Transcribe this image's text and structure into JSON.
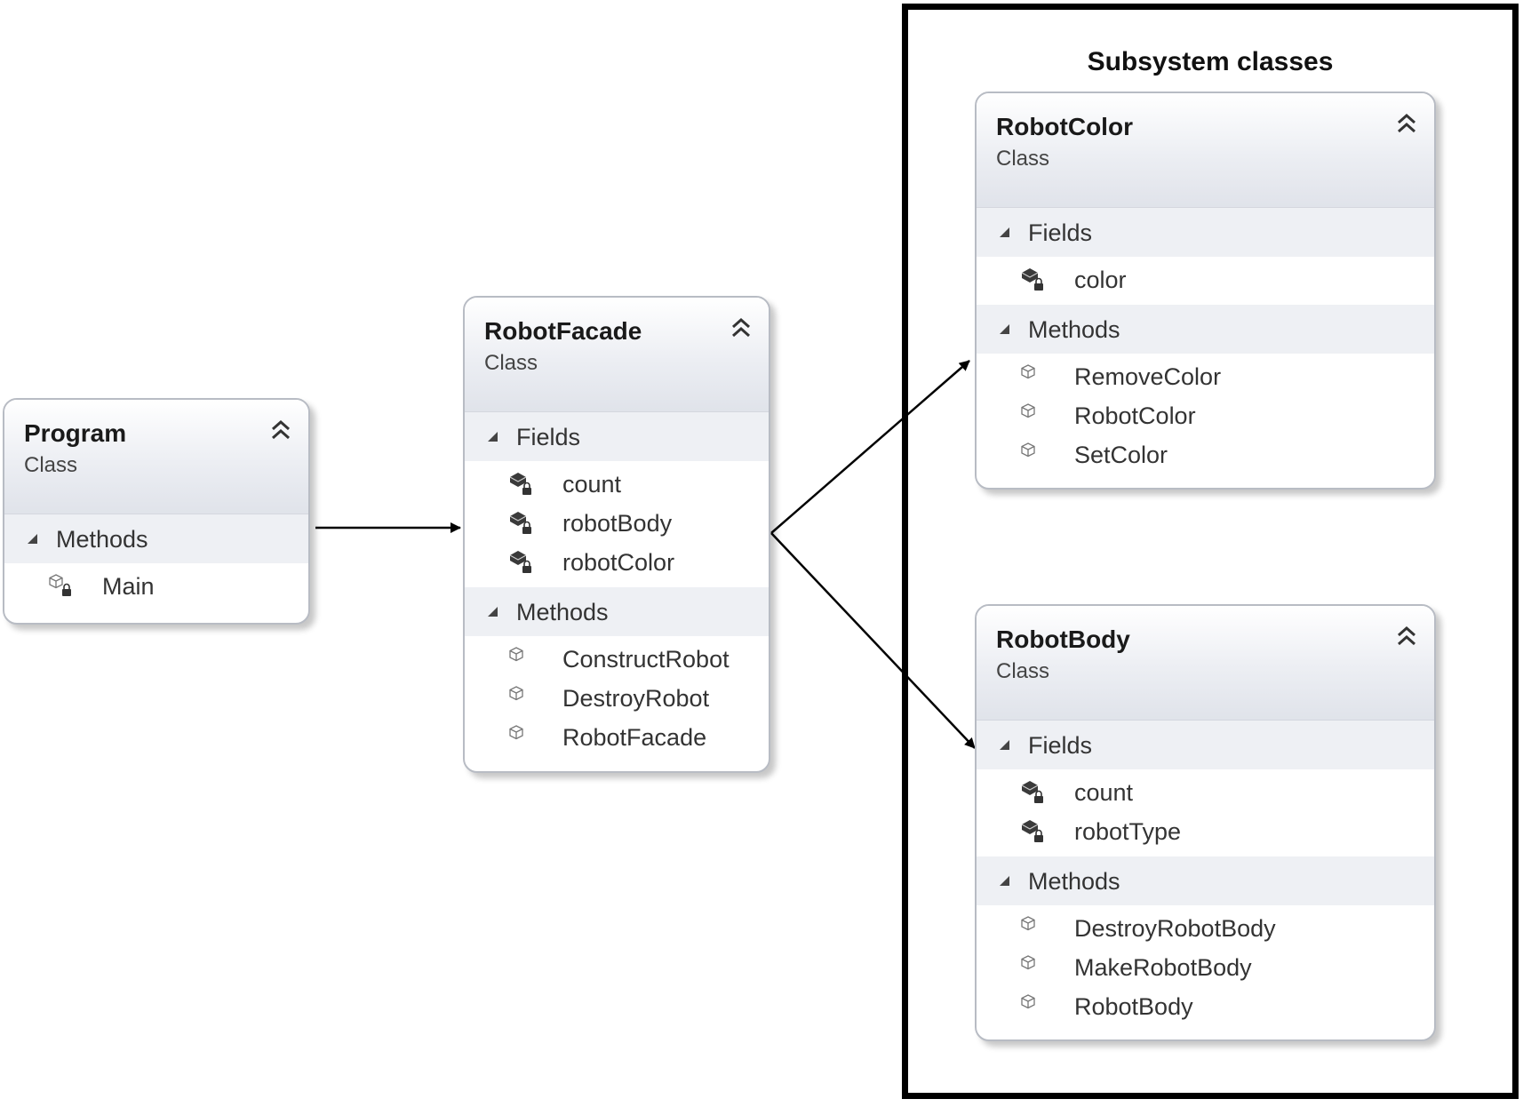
{
  "subsystem": {
    "title": "Subsystem classes"
  },
  "classes": {
    "program": {
      "name": "Program",
      "kind": "Class",
      "methods_label": "Methods",
      "methods": [
        "Main"
      ]
    },
    "facade": {
      "name": "RobotFacade",
      "kind": "Class",
      "fields_label": "Fields",
      "fields": [
        "count",
        "robotBody",
        "robotColor"
      ],
      "methods_label": "Methods",
      "methods": [
        "ConstructRobot",
        "DestroyRobot",
        "RobotFacade"
      ]
    },
    "color": {
      "name": "RobotColor",
      "kind": "Class",
      "fields_label": "Fields",
      "fields": [
        "color"
      ],
      "methods_label": "Methods",
      "methods": [
        "RemoveColor",
        "RobotColor",
        "SetColor"
      ]
    },
    "body": {
      "name": "RobotBody",
      "kind": "Class",
      "fields_label": "Fields",
      "fields": [
        "count",
        "robotType"
      ],
      "methods_label": "Methods",
      "methods": [
        "DestroyRobotBody",
        "MakeRobotBody",
        "RobotBody"
      ]
    }
  },
  "icons": {
    "collapse": "double-chevron-up-icon",
    "private_field": "private-field-icon",
    "method": "method-icon",
    "private_method": "private-method-icon",
    "section_toggle": "expanded-triangle-icon"
  }
}
